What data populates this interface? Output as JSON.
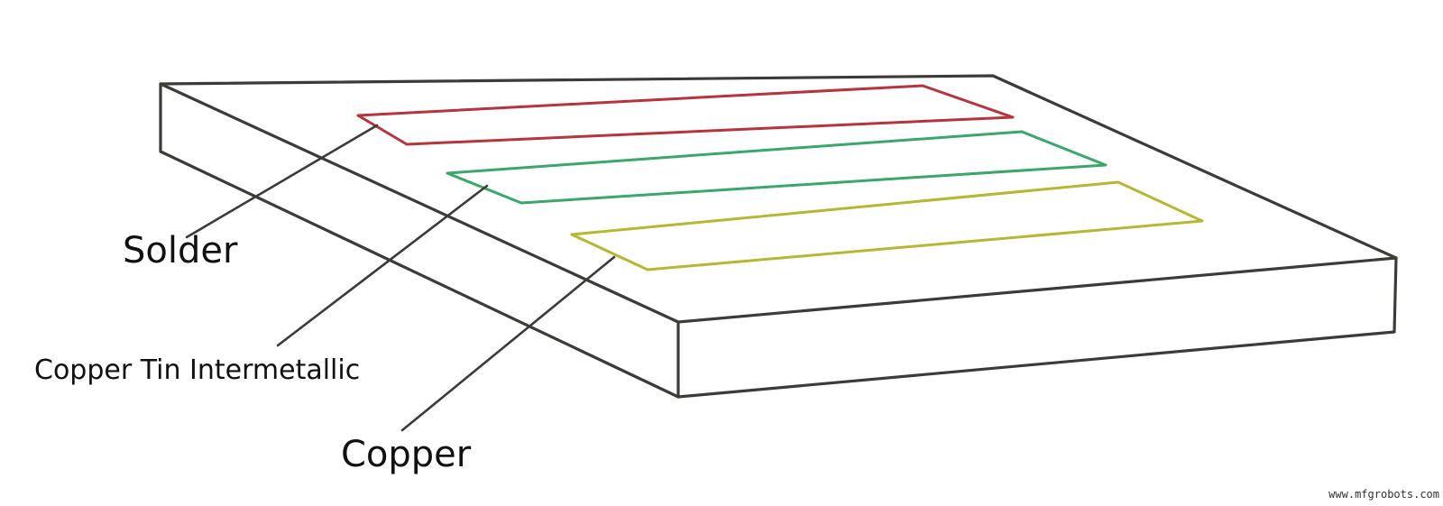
{
  "labels": {
    "solder": "Solder",
    "copper_tin_intermetallic": "Copper Tin Intermetallic",
    "copper": "Copper"
  },
  "colors": {
    "board_outline": "#3b3b38",
    "solder_strip": "#b8333c",
    "intermetallic_strip": "#3aa86a",
    "copper_strip": "#b5b832"
  },
  "watermark": "www.mfgrobots.com"
}
